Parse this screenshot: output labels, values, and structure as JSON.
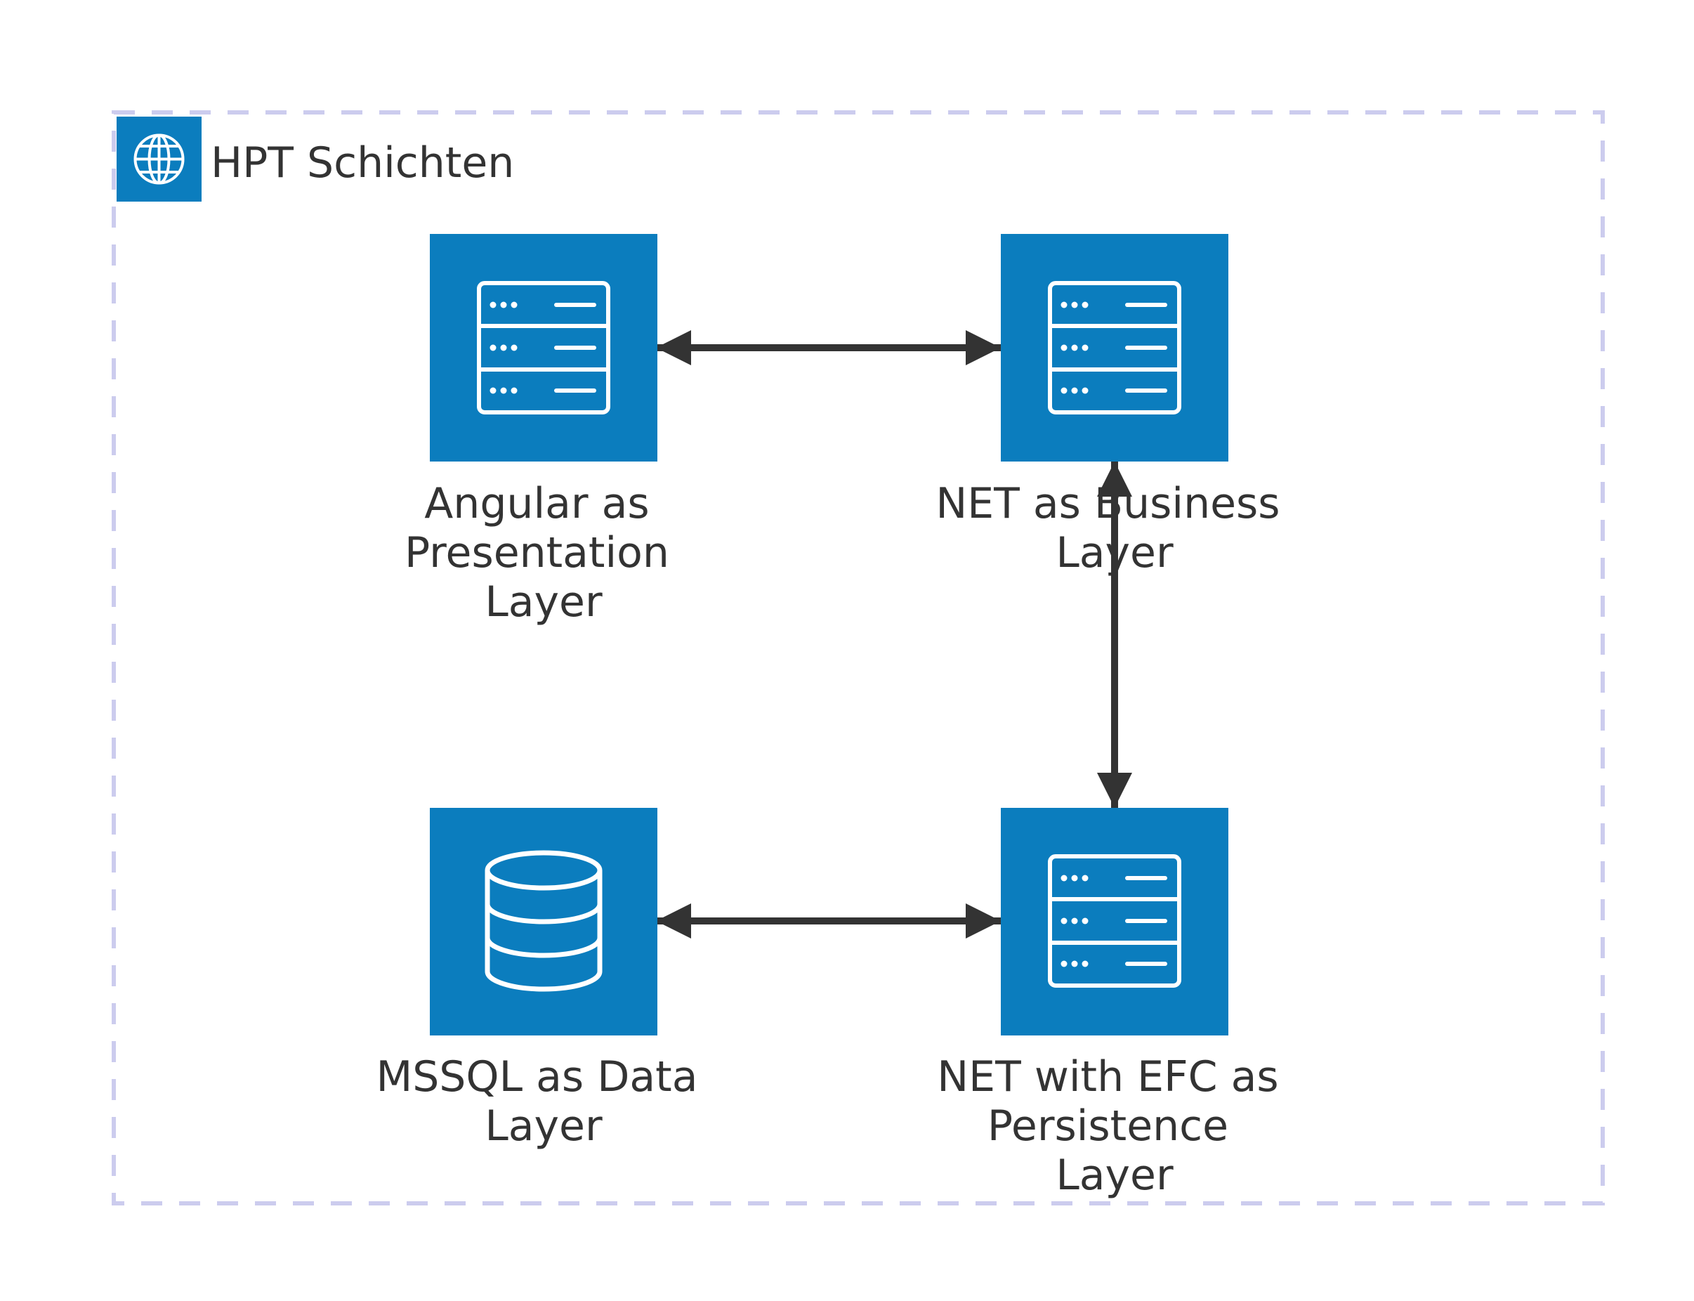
{
  "group": {
    "title": "HPT Schichten",
    "icon": "globe-icon",
    "border_color": "#ccccee"
  },
  "colors": {
    "node_fill": "#0b7dbe",
    "icon_stroke": "#ffffff",
    "edge": "#333333"
  },
  "nodes": [
    {
      "id": "presentation",
      "icon": "server-icon",
      "label_lines": [
        "Angular as",
        "Presentation",
        "Layer"
      ]
    },
    {
      "id": "business",
      "icon": "server-icon",
      "label_lines": [
        "NET as Business",
        "Layer"
      ]
    },
    {
      "id": "data",
      "icon": "database-icon",
      "label_lines": [
        "MSSQL as Data",
        "Layer"
      ]
    },
    {
      "id": "persistence",
      "icon": "server-icon",
      "label_lines": [
        "NET with EFC as",
        "Persistence",
        "Layer"
      ]
    }
  ],
  "edges": [
    {
      "from": "presentation",
      "to": "business",
      "bidirectional": true
    },
    {
      "from": "business",
      "to": "persistence",
      "bidirectional": true
    },
    {
      "from": "data",
      "to": "persistence",
      "bidirectional": true
    }
  ]
}
